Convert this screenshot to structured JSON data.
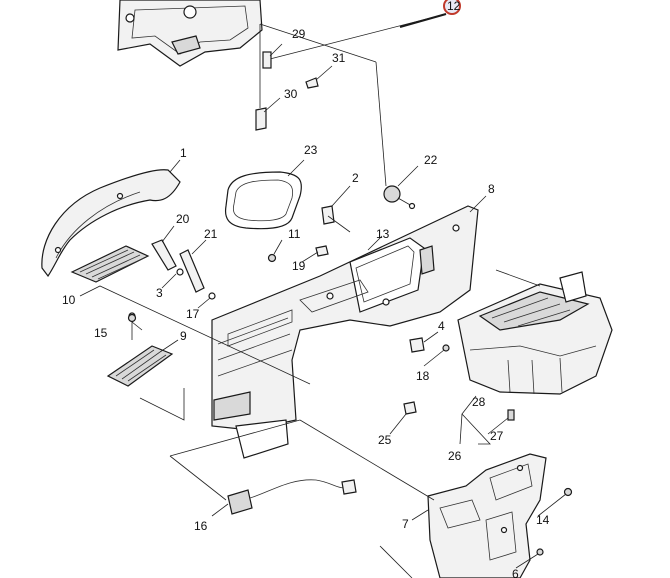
{
  "colors": {
    "line": "#1a1a1a",
    "highlight_ring": "#c0392b",
    "background": "#ffffff"
  },
  "callouts": [
    {
      "id": "c1",
      "label": "1"
    },
    {
      "id": "c2",
      "label": "2"
    },
    {
      "id": "c3",
      "label": "3"
    },
    {
      "id": "c4",
      "label": "4"
    },
    {
      "id": "c6",
      "label": "6"
    },
    {
      "id": "c7",
      "label": "7"
    },
    {
      "id": "c8",
      "label": "8"
    },
    {
      "id": "c9",
      "label": "9"
    },
    {
      "id": "c10",
      "label": "10"
    },
    {
      "id": "c11",
      "label": "11"
    },
    {
      "id": "c12",
      "label": "12"
    },
    {
      "id": "c13",
      "label": "13"
    },
    {
      "id": "c14",
      "label": "14"
    },
    {
      "id": "c15",
      "label": "15"
    },
    {
      "id": "c16",
      "label": "16"
    },
    {
      "id": "c17",
      "label": "17"
    },
    {
      "id": "c18",
      "label": "18"
    },
    {
      "id": "c19",
      "label": "19"
    },
    {
      "id": "c20",
      "label": "20"
    },
    {
      "id": "c21",
      "label": "21"
    },
    {
      "id": "c22",
      "label": "22"
    },
    {
      "id": "c23",
      "label": "23"
    },
    {
      "id": "c25",
      "label": "25"
    },
    {
      "id": "c26",
      "label": "26"
    },
    {
      "id": "c27",
      "label": "27"
    },
    {
      "id": "c28",
      "label": "28"
    },
    {
      "id": "c29",
      "label": "29"
    },
    {
      "id": "c30",
      "label": "30"
    },
    {
      "id": "c31",
      "label": "31"
    }
  ]
}
